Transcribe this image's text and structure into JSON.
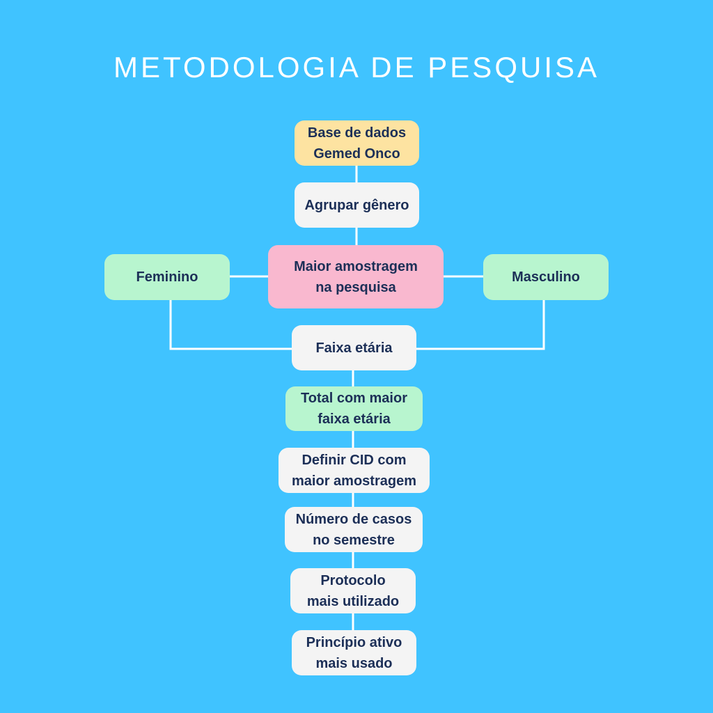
{
  "title": "METODOLOGIA DE PESQUISA",
  "nodes": {
    "base": "Base de dados\nGemed Onco",
    "agrupar": "Agrupar gênero",
    "maior": "Maior amostragem\nna pesquisa",
    "feminino": "Feminino",
    "masculino": "Masculino",
    "faixa": "Faixa etária",
    "total": "Total com maior\nfaixa etária",
    "cid": "Definir CID com\nmaior amostragem",
    "casos": "Número de casos\nno semestre",
    "protocolo": "Protocolo\nmais utilizado",
    "principio": "Princípio ativo\nmais usado"
  },
  "colors": {
    "background": "#40c3ff",
    "node_white": "#f4f4f4",
    "node_yellow": "#fde3a1",
    "node_pink": "#f9b8cf",
    "node_green": "#b8f5cf",
    "text": "#1c2f57",
    "connector": "#ffffff"
  }
}
